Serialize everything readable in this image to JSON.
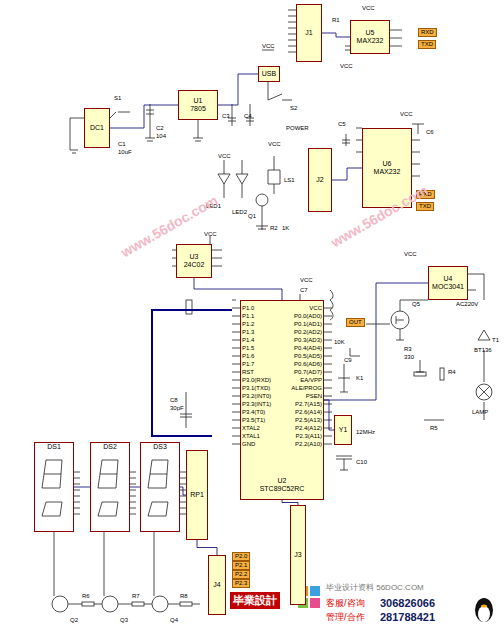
{
  "diagram": {
    "nodes": [
      {
        "text": [
          "J1"
        ]
      },
      {
        "text": [
          "U5",
          "MAX232"
        ]
      },
      {
        "text": [
          "DC1"
        ]
      },
      {
        "text": [
          "U1",
          "7805"
        ]
      },
      {
        "text": [
          "USB"
        ]
      },
      {
        "text": [
          "U6",
          "MAX232"
        ]
      },
      {
        "text": [
          "J2"
        ]
      },
      {
        "text": [
          "U3",
          "24C02"
        ]
      },
      {
        "text": [
          "U2",
          "STC89C52RC"
        ]
      },
      {
        "text": [
          "U4",
          "MOC3041"
        ]
      },
      {
        "text": [
          "DS1"
        ]
      },
      {
        "text": [
          "DS2"
        ]
      },
      {
        "text": [
          "DS3"
        ]
      },
      {
        "text": [
          "RP1"
        ]
      },
      {
        "text": [
          "Y1"
        ]
      },
      {
        "text": [
          "J3"
        ]
      },
      {
        "text": [
          "J4"
        ]
      }
    ],
    "edges": [
      {
        "from": 0,
        "to": 1,
        "arrow": "none"
      },
      {
        "from": 2,
        "to": 3,
        "arrow": "none"
      },
      {
        "from": 3,
        "to": 4,
        "arrow": "none"
      },
      {
        "from": 6,
        "to": 5,
        "arrow": "none"
      },
      {
        "from": 7,
        "to": 8,
        "arrow": "none"
      },
      {
        "from": 8,
        "to": 9,
        "arrow": "none"
      },
      {
        "from": 8,
        "to": 14,
        "arrow": "none"
      },
      {
        "from": 8,
        "to": 15,
        "arrow": "none"
      },
      {
        "from": 10,
        "to": 11,
        "arrow": "none"
      },
      {
        "from": 11,
        "to": 12,
        "arrow": "none"
      },
      {
        "from": 12,
        "to": 13,
        "arrow": "none"
      },
      {
        "from": 13,
        "to": 16,
        "arrow": "none"
      }
    ],
    "labels": [
      "P1.0",
      "P1.1",
      "P1.2",
      "P1.3",
      "P1.4",
      "P1.5",
      "P1.6",
      "P1.7",
      "RST",
      "P3.0(RXD)",
      "P3.1(TXD)",
      "P3.2(INT0)",
      "P3.3(INT1)",
      "P3.4(T0)",
      "P3.5(T1)",
      "XTAL2",
      "XTAL1",
      "GND",
      "VCC",
      "P0.0(AD0)",
      "P0.1(AD1)",
      "P0.2(AD2)",
      "P0.3(AD3)",
      "P0.4(AD4)",
      "P0.5(AD5)",
      "P0.6(AD6)",
      "P0.7(AD7)",
      "EA/VPP",
      "ALE/PROG",
      "PSEN",
      "P2.7(A15)",
      "P2.6(A14)",
      "P2.5(A13)",
      "P2.4(A12)",
      "P2.3(A11)",
      "P2.2(A10)",
      "R1",
      "VCC",
      "RXD",
      "TXD",
      "VCC",
      "S1",
      "C1",
      "10uF",
      "C2",
      "104",
      "C3",
      "C4",
      "VCC",
      "S2",
      "POWER",
      "C5",
      "VCC",
      "C6",
      "RXD",
      "TXD",
      "VCC",
      "LED1",
      "LED2",
      "VCC",
      "LS1",
      "Q1",
      "R2",
      "1K",
      "VCC",
      "C7",
      "VCC",
      "C8",
      "30pF",
      "K1",
      "10K",
      "C9",
      "12MHz",
      "C10",
      "VCC",
      "OUT",
      "Q5",
      "R3",
      "330",
      "R4",
      "T1",
      "BT136",
      "AC220V",
      "LAMP",
      "R5",
      "Q2",
      "Q3",
      "Q4",
      "R6",
      "R7",
      "R8",
      "P2.0",
      "P2.1",
      "P2.2",
      "P2.3",
      "www.56doc.com",
      "www.56doc.com",
      "毕業設計",
      "毕业设计资料 56DOC.COM",
      "客服/咨询",
      "306826066",
      "管理/合作",
      "281788421"
    ]
  }
}
